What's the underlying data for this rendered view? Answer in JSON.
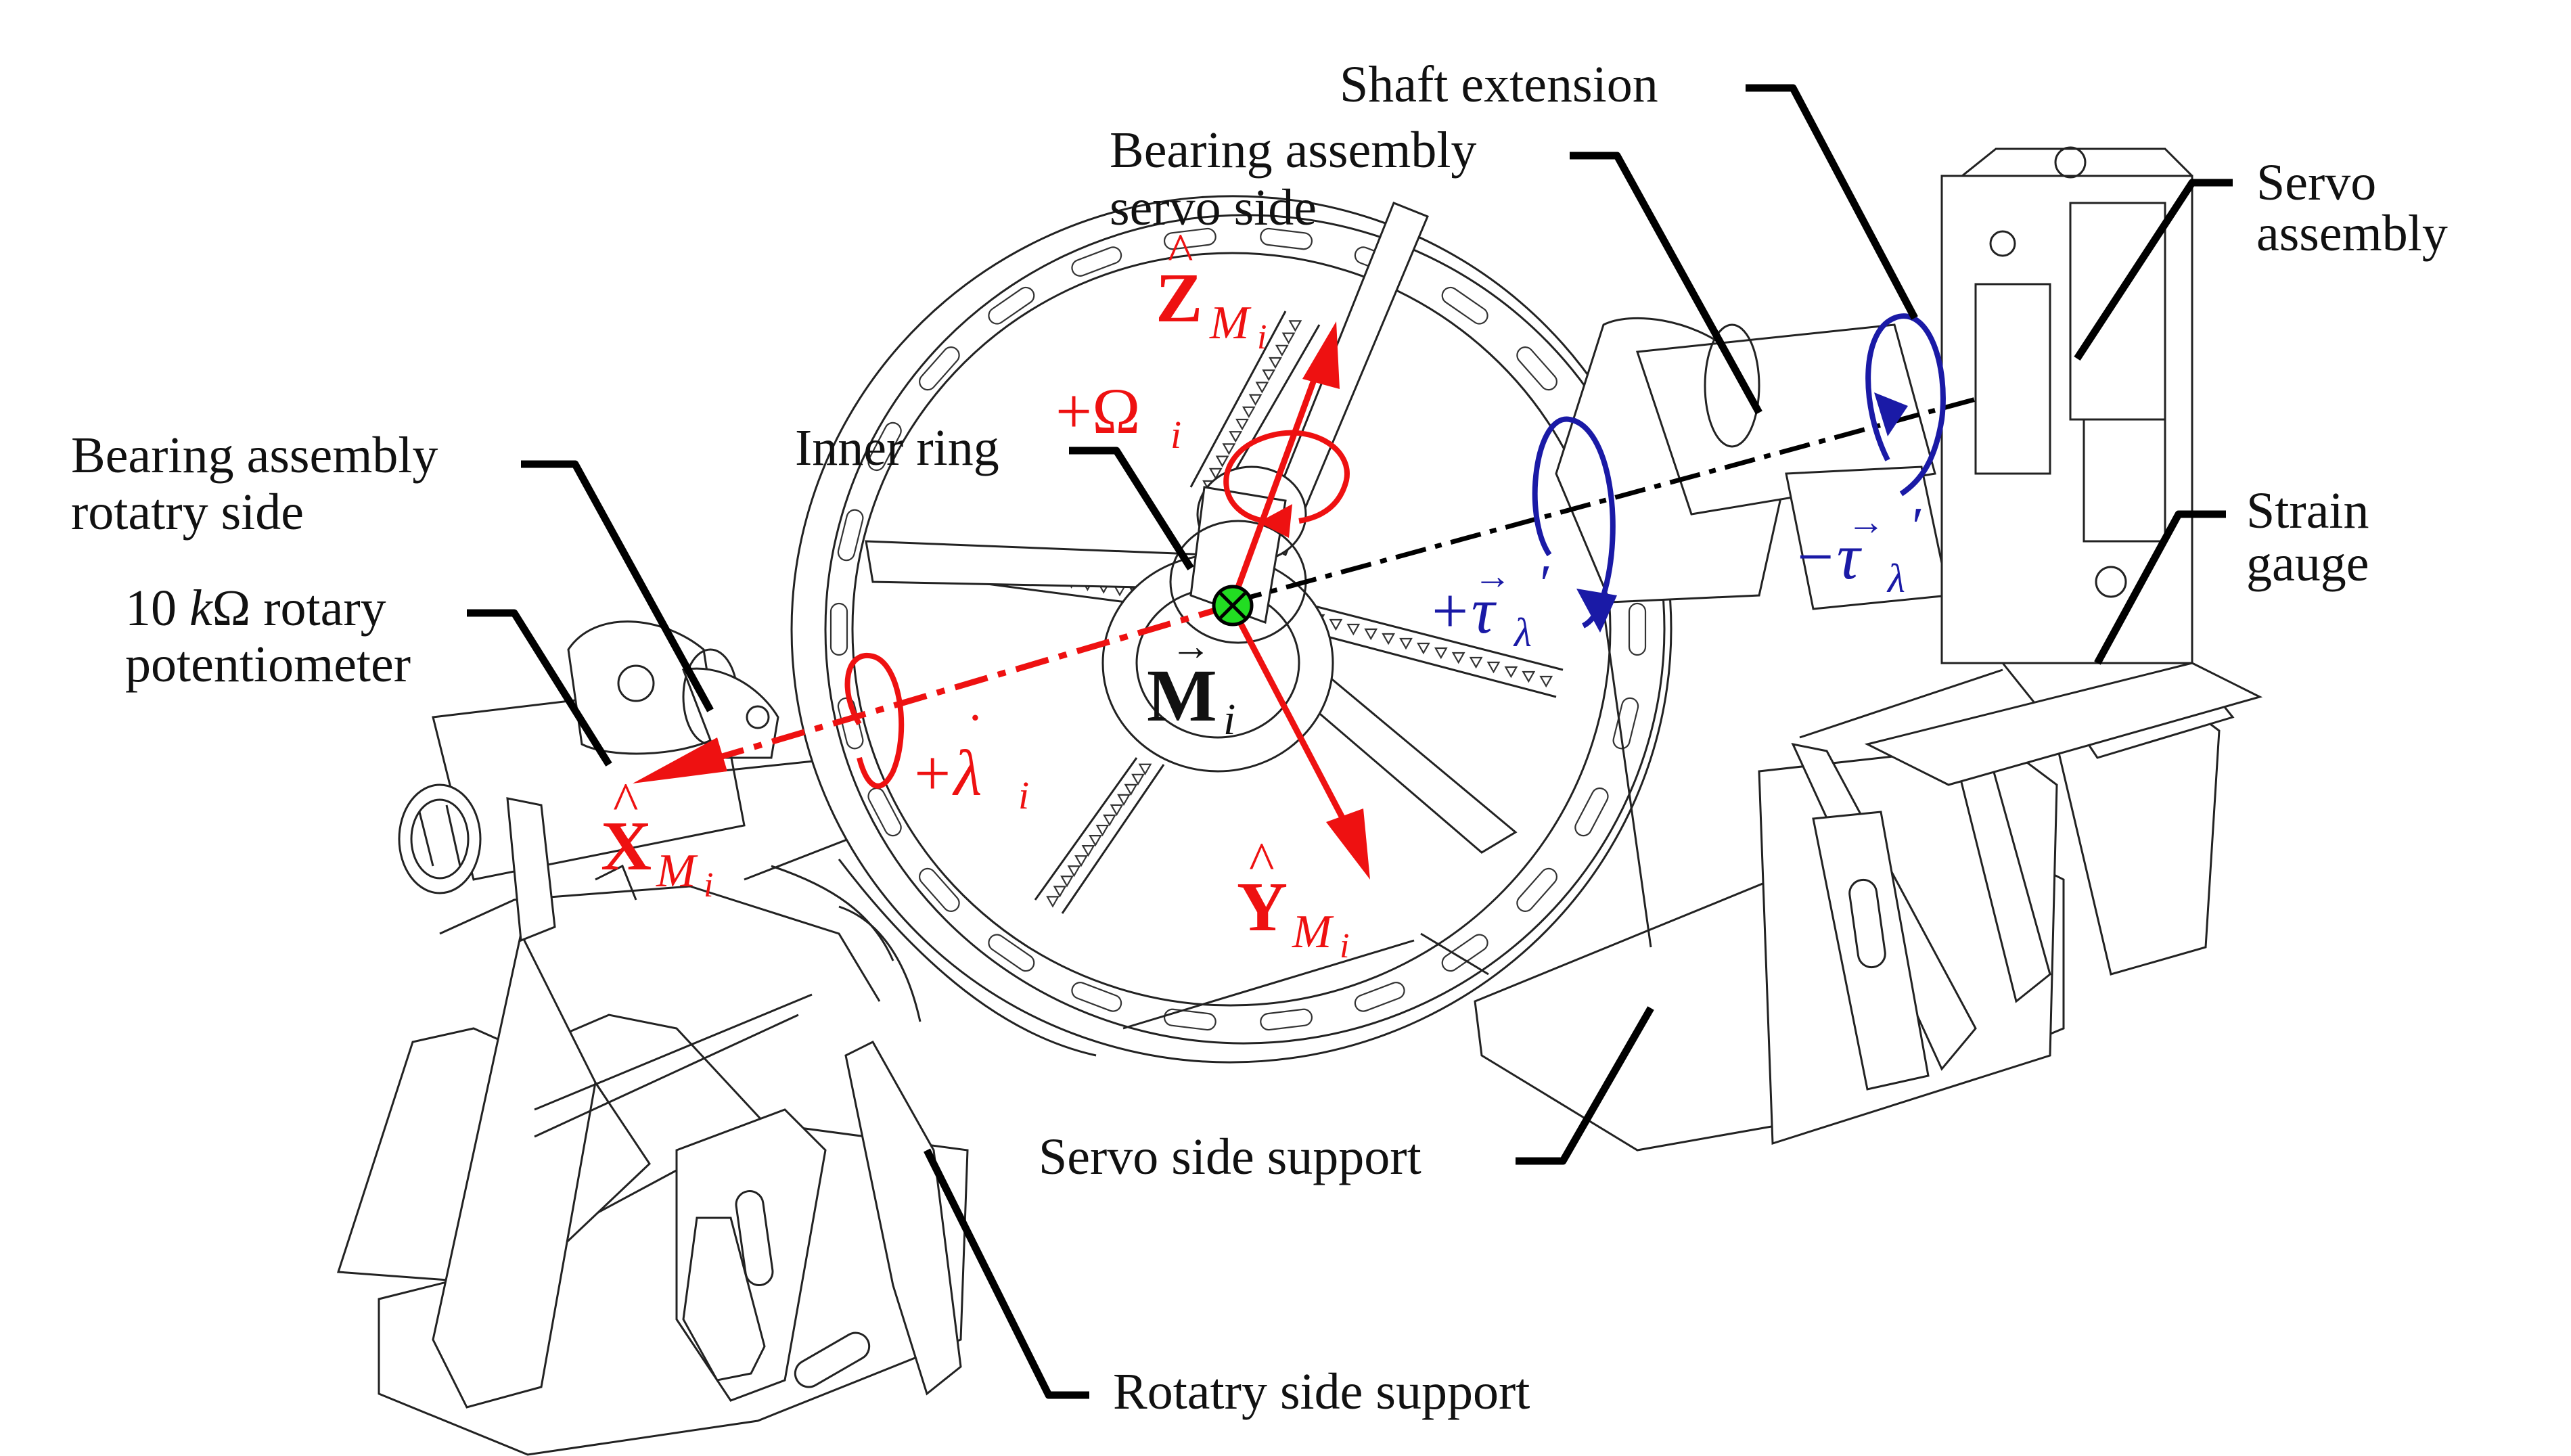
{
  "labels": {
    "shaft_extension": "Shaft extension",
    "bearing_servo_line1": "Bearing assembly",
    "bearing_servo_line2": "servo side",
    "servo_assembly_line1": "Servo",
    "servo_assembly_line2": "assembly",
    "bearing_rotary_line1": "Bearing assembly",
    "bearing_rotary_line2": "rotatry side",
    "inner_ring": "Inner ring",
    "strain_gauge_line1": "Strain",
    "strain_gauge_line2": "gauge",
    "potentiometer_line1_value": "10 ",
    "potentiometer_line1_k": "k",
    "potentiometer_line1_rest": "Ω rotary",
    "potentiometer_line2": "potentiometer",
    "servo_side_support": "Servo side support",
    "rotatry_side_support": "Rotatry side support"
  },
  "axes": {
    "z_letter": "Z",
    "y_letter": "Y",
    "x_letter": "X",
    "hat": "^",
    "subscript_M": "M",
    "subscript_i": "i",
    "omega": "+Ω",
    "lambda_dot": "+λ",
    "lambda_dot_mark": "˙",
    "tau_plus": "+τ",
    "tau_minus": "−τ",
    "tau_sub": "λ",
    "prime": "′",
    "vec_arrow": "→",
    "moment_letter": "M",
    "moment_sub": "i"
  },
  "colors": {
    "axis_red": "#ee1111",
    "torque_blue": "#1a1aa6",
    "center_green": "#22dd22",
    "ink": "#111111"
  }
}
